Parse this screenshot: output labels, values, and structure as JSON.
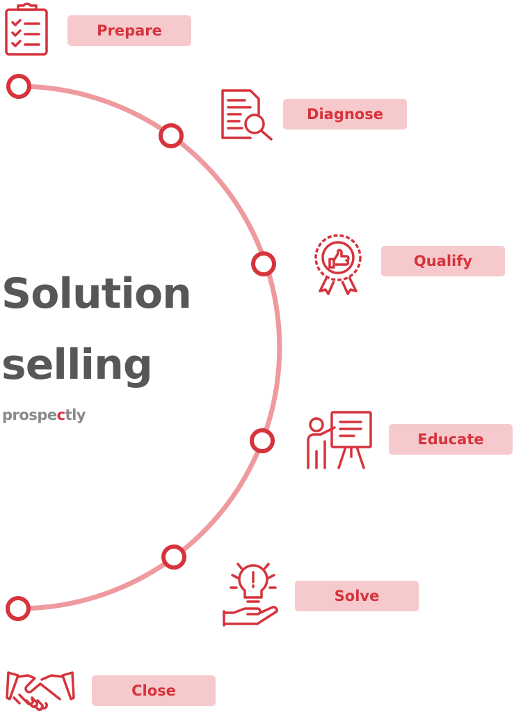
{
  "title_line1": "Solution",
  "title_line2": "selling",
  "logo": {
    "part1": "prospe",
    "accent": "c",
    "part2": "tly"
  },
  "colors": {
    "accent": "#d6333c",
    "arc": "#ee9a9e",
    "label_bg": "#f6cacd",
    "title": "#555759"
  },
  "steps": [
    {
      "label": "Prepare",
      "icon": "clipboard-checklist-icon"
    },
    {
      "label": "Diagnose",
      "icon": "document-magnifier-icon"
    },
    {
      "label": "Qualify",
      "icon": "thumbs-up-badge-icon"
    },
    {
      "label": "Educate",
      "icon": "presenter-board-icon"
    },
    {
      "label": "Solve",
      "icon": "lightbulb-hand-icon"
    },
    {
      "label": "Close",
      "icon": "handshake-icon"
    }
  ]
}
